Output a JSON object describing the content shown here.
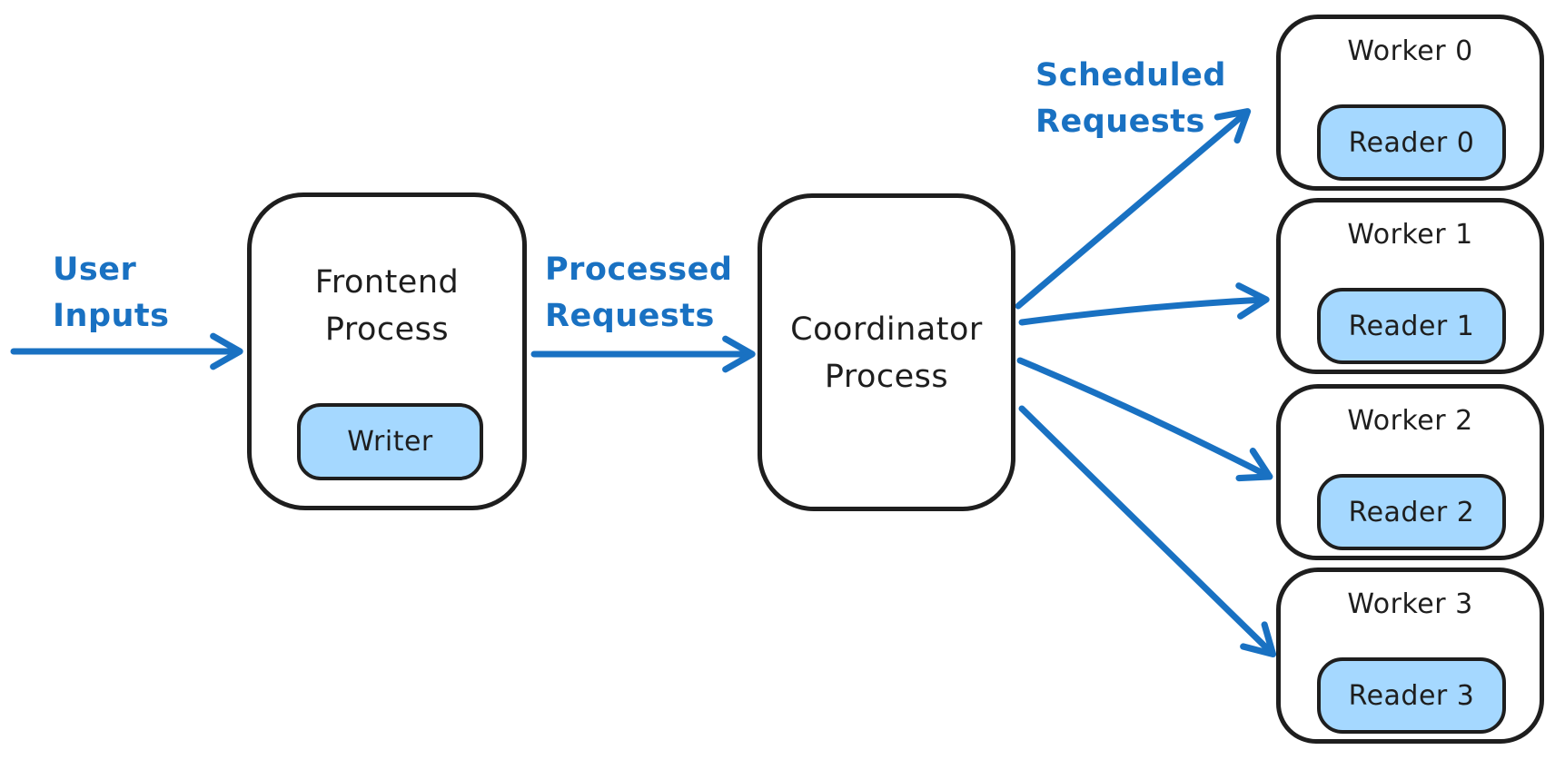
{
  "colors": {
    "accent_blue": "#1971c2",
    "node_fill_blue": "#a5d8ff",
    "stroke_dark": "#1e1e1e",
    "background": "#ffffff"
  },
  "labels": {
    "user_inputs": {
      "line1": "User",
      "line2": "Inputs"
    },
    "processed_requests": {
      "line1": "Processed",
      "line2": "Requests"
    },
    "scheduled_requests": {
      "line1": "Scheduled",
      "line2": "Requests"
    }
  },
  "nodes": {
    "frontend": {
      "line1": "Frontend",
      "line2": "Process",
      "child": "Writer"
    },
    "coordinator": {
      "line1": "Coordinator",
      "line2": "Process"
    },
    "workers": [
      {
        "title": "Worker 0",
        "reader": "Reader 0"
      },
      {
        "title": "Worker 1",
        "reader": "Reader 1"
      },
      {
        "title": "Worker 2",
        "reader": "Reader 2"
      },
      {
        "title": "Worker 3",
        "reader": "Reader 3"
      }
    ]
  }
}
